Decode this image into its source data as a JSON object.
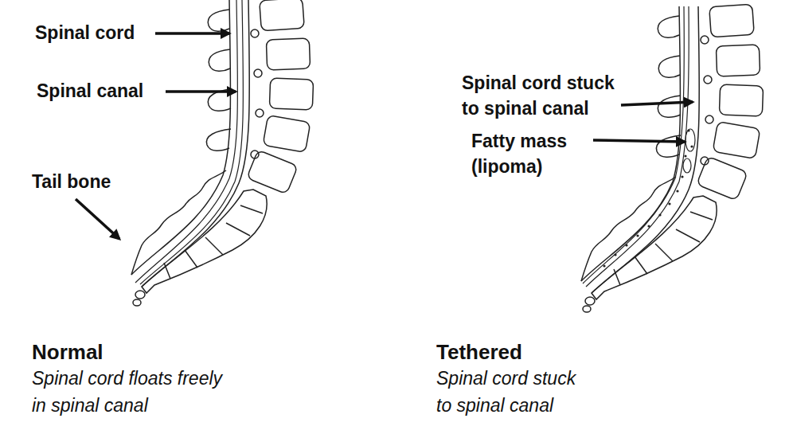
{
  "diagram": {
    "labels": [
      "Spinal cord",
      "Spinal canal",
      "Tail bone",
      "Spinal cord stuck to spinal canal",
      "Fatty mass (lipoma)",
      "Normal",
      "Spinal cord floats freely in spinal canal",
      "Tethered",
      "Spinal cord stuck to spinal canal"
    ]
  }
}
